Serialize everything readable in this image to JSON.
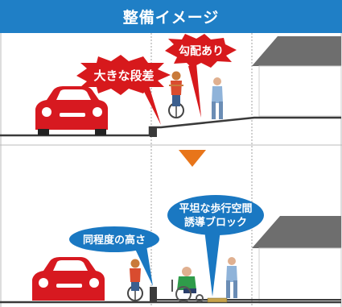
{
  "header": {
    "title": "整備イメージ"
  },
  "before": {
    "callout_step": "大きな段差",
    "callout_slope": "勾配あり"
  },
  "after": {
    "callout_height": "同程度の高さ",
    "callout_path_line1": "平坦な歩行空間",
    "callout_path_line2": "誘導ブロック"
  },
  "colors": {
    "header_bg": "#1f7fc6",
    "red_burst": "#d7191c",
    "blue_bubble": "#1a78c2",
    "arrow": "#e8751a",
    "car": "#d71920",
    "house": "#6b6b6b"
  }
}
